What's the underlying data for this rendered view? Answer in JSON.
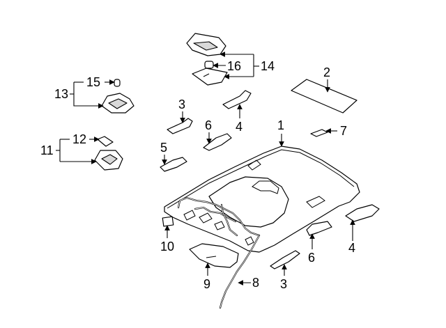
{
  "callouts": {
    "c1": "1",
    "c2": "2",
    "c3_upper": "3",
    "c3_lower": "3",
    "c4_upper": "4",
    "c4_lower": "4",
    "c5": "5",
    "c6_upper": "6",
    "c6_lower": "6",
    "c7": "7",
    "c8": "8",
    "c9": "9",
    "c10": "10",
    "c11": "11",
    "c12": "12",
    "c13": "13",
    "c14": "14",
    "c15": "15",
    "c16": "16"
  }
}
